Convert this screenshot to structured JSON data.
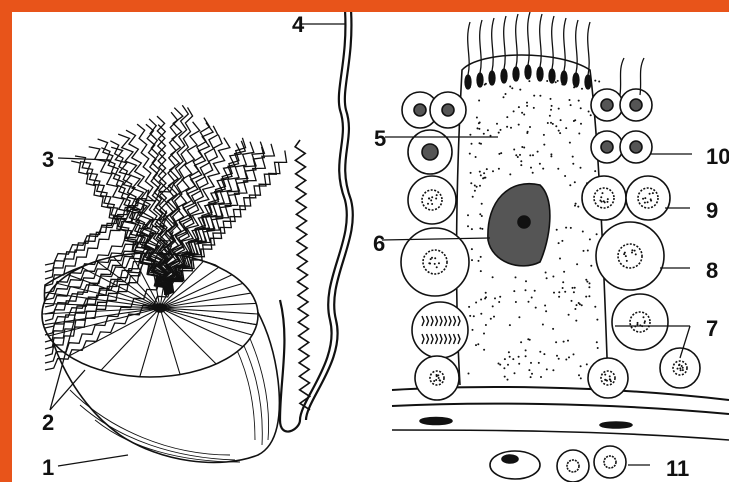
{
  "colors": {
    "border": "#e8541a",
    "background": "#ffffff",
    "ink": "#111111",
    "nucleus": "#555555"
  },
  "labels": [
    {
      "id": "label-1",
      "text": "1"
    },
    {
      "id": "label-2",
      "text": "2"
    },
    {
      "id": "label-3",
      "text": "3"
    },
    {
      "id": "label-4",
      "text": "4"
    },
    {
      "id": "label-5",
      "text": "5"
    },
    {
      "id": "label-6",
      "text": "6"
    },
    {
      "id": "label-7",
      "text": "7"
    },
    {
      "id": "label-8",
      "text": "8"
    },
    {
      "id": "label-9",
      "text": "9"
    },
    {
      "id": "label-10",
      "text": "10"
    },
    {
      "id": "label-11",
      "text": "11"
    }
  ]
}
